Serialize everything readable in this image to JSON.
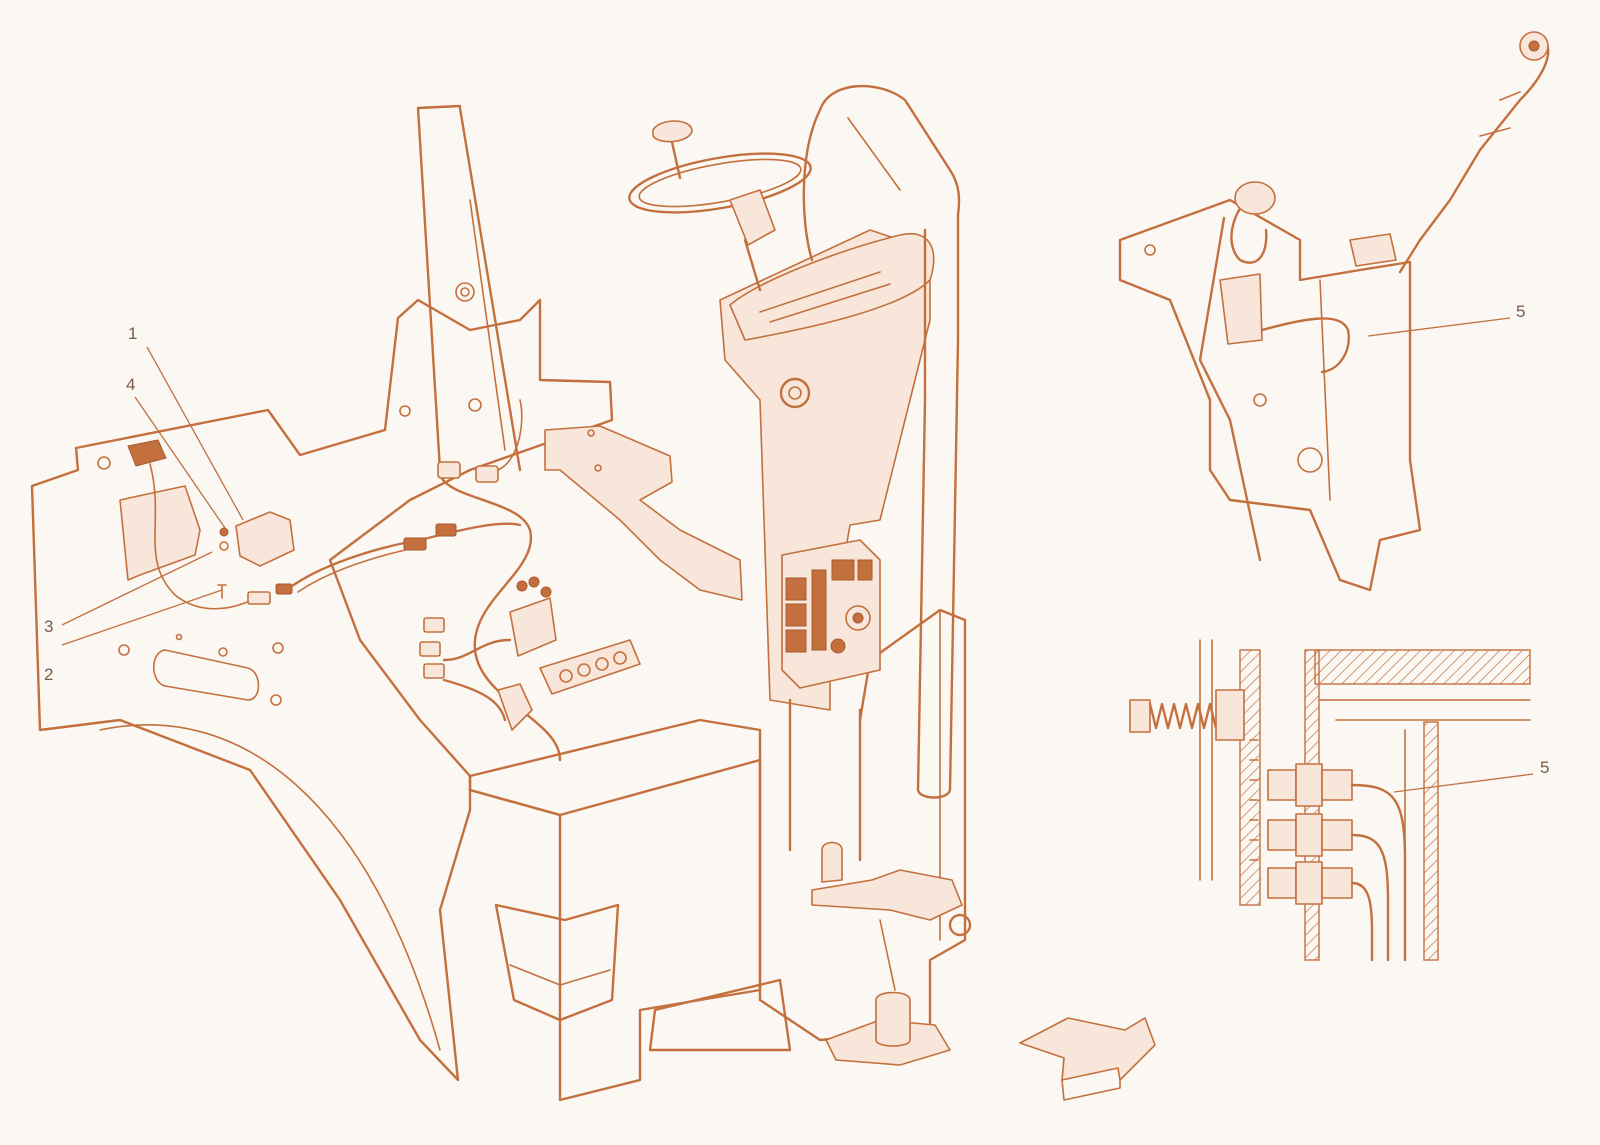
{
  "callouts": [
    {
      "id": "1",
      "label": "1"
    },
    {
      "id": "2",
      "label": "2"
    },
    {
      "id": "3",
      "label": "3"
    },
    {
      "id": "4",
      "label": "4"
    },
    {
      "id": "5a",
      "label": "5"
    },
    {
      "id": "5b",
      "label": "5"
    }
  ],
  "colors": {
    "line": "#c4703e",
    "background": "#fbf8f3",
    "label": "#7a5a48"
  }
}
